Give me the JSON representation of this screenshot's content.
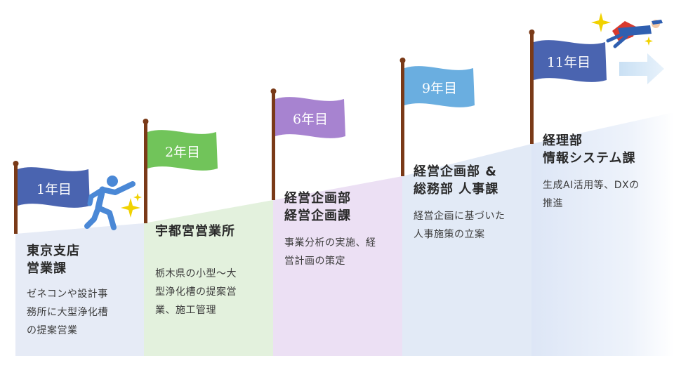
{
  "colors": {
    "flag_blue": "#4a64b0",
    "flag_green": "#71c45a",
    "flag_purple": "#a783d0",
    "flag_sky": "#6aaee0",
    "pole": "#7a3a18",
    "person": "#4a88d6",
    "sparkle": "#f1d200",
    "hero_cape": "#d83a2e",
    "arrow": "#c9e0f4"
  },
  "icons": {
    "runner": "running-person-icon",
    "sparkle": "sparkle-icon",
    "hero": "flying-hero-icon",
    "arrow": "forward-arrow-icon"
  },
  "steps": [
    {
      "flag": "1年目",
      "dept": "東京支店\n営業課",
      "desc": "ゼネコンや設計事\n務所に大型浄化槽\nの提案営業"
    },
    {
      "flag": "2年目",
      "dept": "宇都宮営業所",
      "desc": "栃木県の小型〜大\n型浄化槽の提案営\n業、施工管理"
    },
    {
      "flag": "6年目",
      "dept": "経営企画部\n経営企画課",
      "desc": "事業分析の実施、経\n営計画の策定"
    },
    {
      "flag": "9年目",
      "dept": "経営企画部 &\n総務部 人事課",
      "desc": "経営企画に基づいた\n人事施策の立案"
    },
    {
      "flag": "11年目",
      "dept": "経理部\n情報システム課",
      "desc": "生成AI活用等、DXの\n推進"
    }
  ]
}
